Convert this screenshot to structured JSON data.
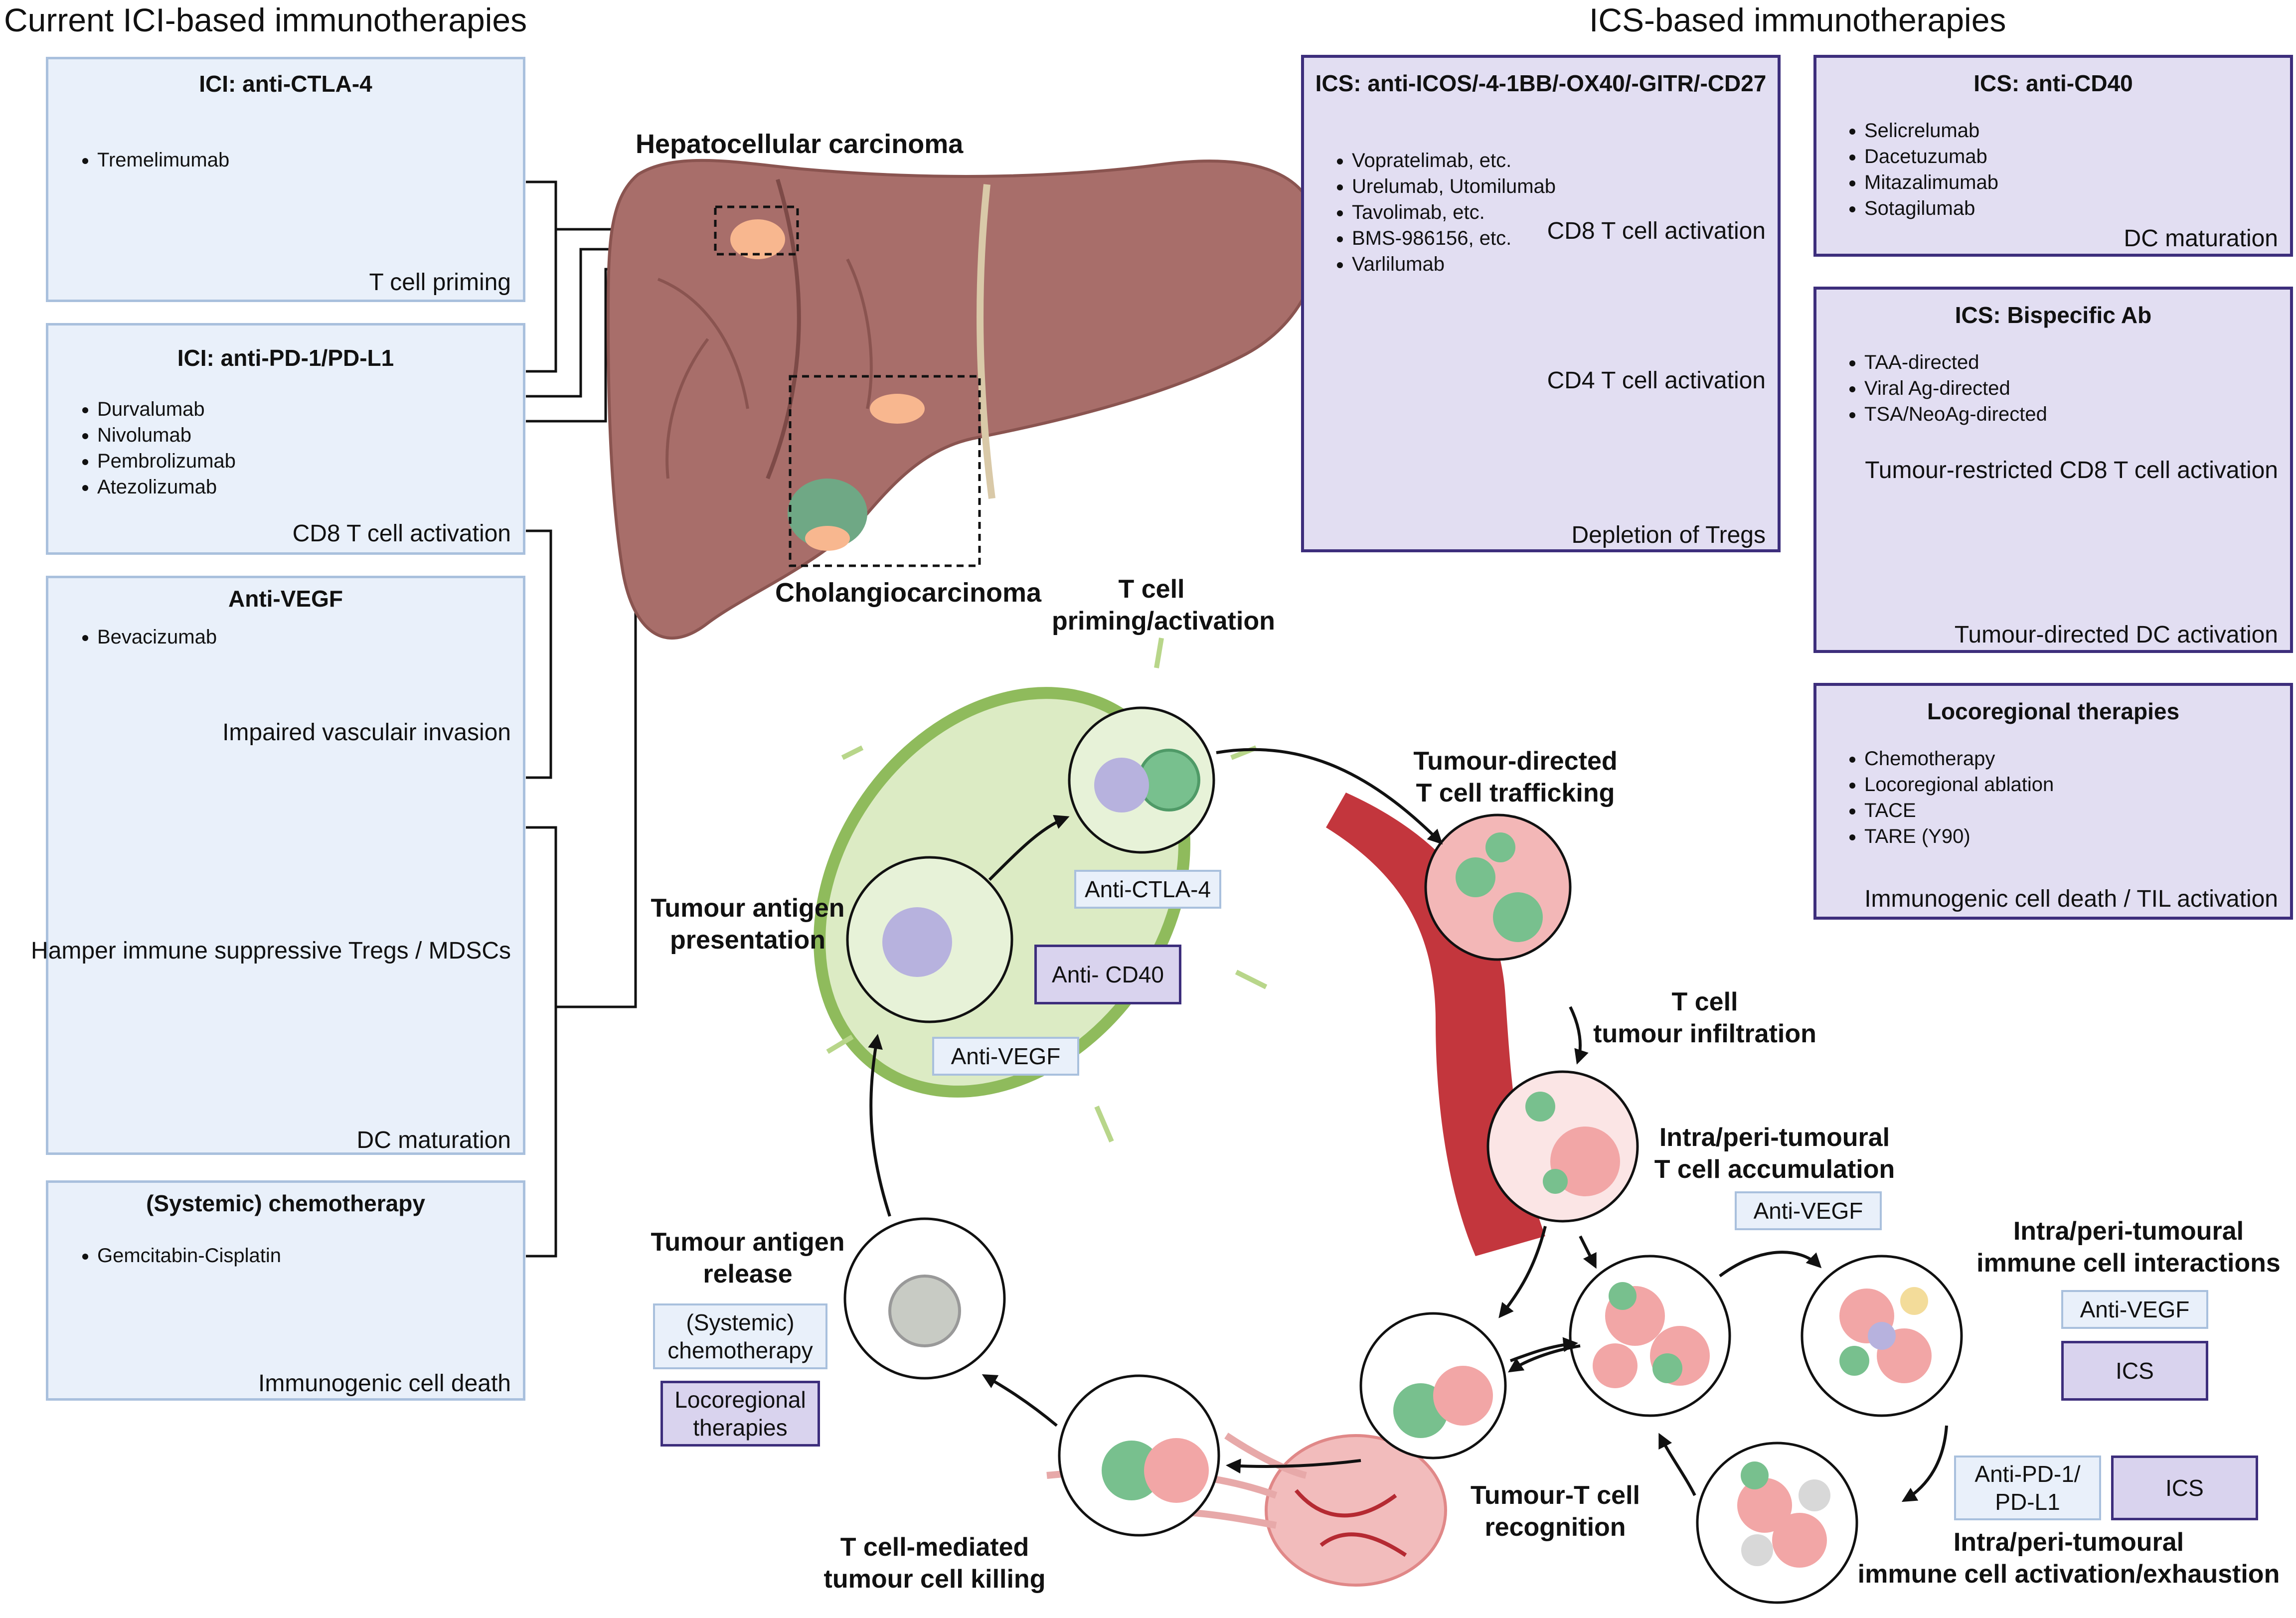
{
  "headings": {
    "left": "Current ICI-based immunotherapies",
    "right": "ICS-based immunotherapies"
  },
  "left_panels": {
    "ctla4": {
      "title": "ICI: anti-CTLA-4",
      "drugs": [
        "Tremelimumab"
      ],
      "caption": "T cell priming"
    },
    "pd1": {
      "title": "ICI: anti-PD-1/PD-L1",
      "drugs": [
        "Durvalumab",
        "Nivolumab",
        "Pembrolizumab",
        "Atezolizumab"
      ],
      "caption": "CD8 T cell activation"
    },
    "vegf": {
      "title": "Anti-VEGF",
      "drugs": [
        "Bevacizumab"
      ],
      "caption1": "Impaired vasculair invasion",
      "caption2": "Hamper immune suppressive Tregs / MDSCs",
      "caption3": "DC maturation"
    },
    "chemo": {
      "title": "(Systemic) chemotherapy",
      "drugs": [
        "Gemcitabin-Cisplatin"
      ],
      "caption": "Immunogenic cell death"
    }
  },
  "right_panels": {
    "costim": {
      "title": "ICS: anti-ICOS/-4-1BB/-OX40/-GITR/-CD27",
      "drugs": [
        "Vopratelimab, etc.",
        "Urelumab, Utomilumab",
        "Tavolimab, etc.",
        "BMS-986156, etc.",
        "Varlilumab"
      ],
      "caption1": "CD8 T cell activation",
      "caption2": "CD4 T cell activation",
      "caption3": "Depletion of Tregs"
    },
    "cd40": {
      "title": "ICS: anti-CD40",
      "drugs": [
        "Selicrelumab",
        "Dacetuzumab",
        "Mitazalimumab",
        "Sotagilumab"
      ],
      "caption": "DC maturation"
    },
    "bispecific": {
      "title": "ICS: Bispecific Ab",
      "drugs": [
        "TAA-directed",
        "Viral Ag-directed",
        "TSA/NeoAg-directed"
      ],
      "caption1": "Tumour-restricted CD8 T cell activation",
      "caption2": "Tumour-directed DC activation"
    },
    "locoregional": {
      "title": "Locoregional therapies",
      "drugs": [
        "Chemotherapy",
        "Locoregional ablation",
        "TACE",
        "TARE (Y90)"
      ],
      "caption": "Immunogenic cell death / TIL activation"
    }
  },
  "organ": {
    "hcc": "Hepatocellular carcinoma",
    "cca": "Cholangiocarcinoma"
  },
  "cycle": {
    "priming": "T cell\npriming/activation",
    "trafficking": "Tumour-directed\nT cell trafficking",
    "infiltration": "T cell\ntumour infiltration",
    "accumulation": "Intra/peri-tumoural\nT cell accumulation",
    "interactions": "Intra/peri-tumoural\nimmune cell interactions",
    "activation": "Intra/peri-tumoural\nimmune cell activation/exhaustion",
    "recognition": "Tumour-T cell\nrecognition",
    "killing": "T cell-mediated\ntumour cell killing",
    "release": "Tumour antigen\nrelease",
    "presentation": "Tumour antigen\npresentation"
  },
  "tags": {
    "anti_ctla4": "Anti-CTLA-4",
    "anti_cd40": "Anti- CD40",
    "anti_vegf_ln": "Anti-VEGF",
    "anti_vegf_acc": "Anti-VEGF",
    "anti_vegf_int": "Anti-VEGF",
    "ics_int": "ICS",
    "anti_pd1": "Anti-PD-1/\nPD-L1",
    "ics_act": "ICS",
    "systemic_chemo": "(Systemic)\nchemotherapy",
    "locoregional": "Locoregional\ntherapies"
  },
  "colors": {
    "ici_fill": "#e9f0fa",
    "ici_border": "#a9c0dd",
    "ics_fill": "#e2def2",
    "ics_border": "#3d2e7c",
    "liver": "#a86e6a",
    "vessel": "#b52a32",
    "cd8": "#78c08e",
    "cd4": "#f3dc9a",
    "dc": "#b7b2de",
    "tumour": "#f2a6a6"
  }
}
